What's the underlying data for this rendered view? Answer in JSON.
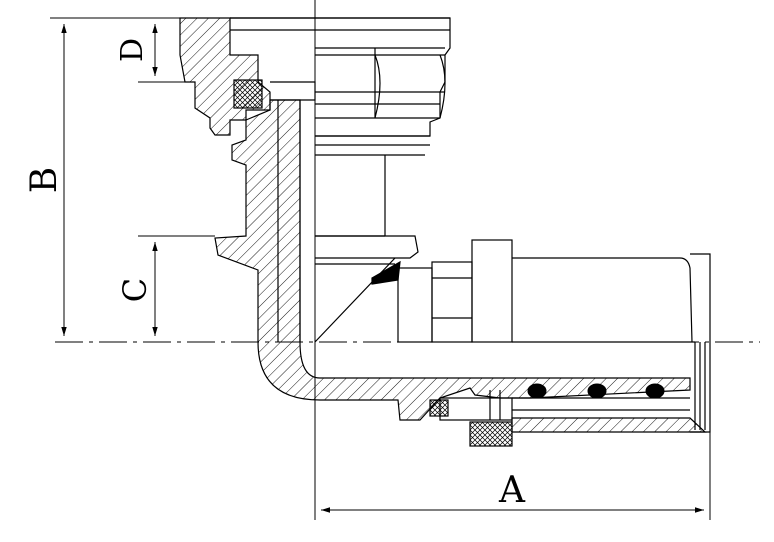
{
  "drawing": {
    "colors": {
      "line": "#000000",
      "background": "#ffffff"
    },
    "dimension_labels": {
      "a": "A",
      "b": "B",
      "c": "C",
      "d": "D"
    }
  }
}
